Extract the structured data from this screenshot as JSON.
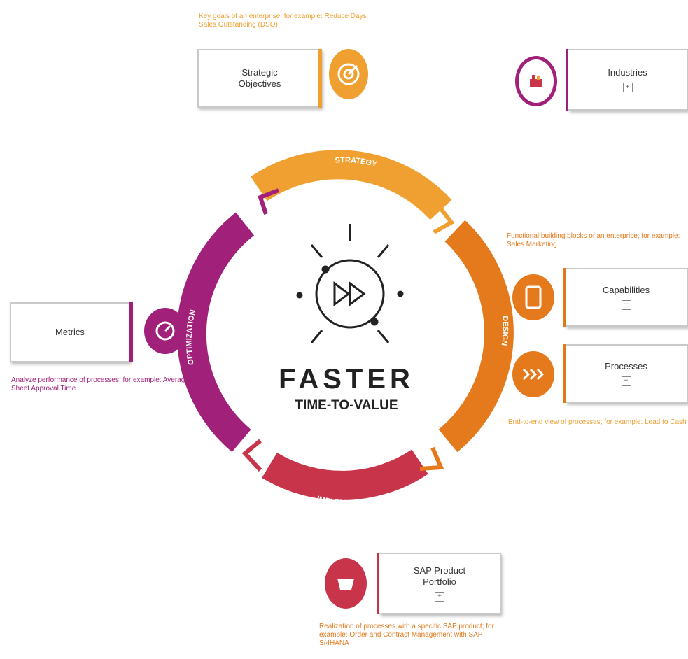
{
  "colors": {
    "orange": "#f0a030",
    "dark_orange": "#e47a1c",
    "purple": "#a1207a",
    "red": "#c8344a",
    "grey_border": "#c9c9c9"
  },
  "notes": {
    "strategic": "Key goals of an enterprise; for example: Reduce Days Sales Outstanding (DSO)",
    "capabilities": "Functional building blocks of an enterprise; for example: Sales Marketing",
    "processes": "End-to-end view of processes; for example: Lead to Cash",
    "metrics": "Analyze performance of processes; for example: Average Time Sheet Approval Time",
    "portfolio": "Realization of processes with a specific SAP product; for example: Order and Contract Management with SAP S/4HANA"
  },
  "cards": {
    "strategic_line1": "Strategic",
    "strategic_line2": "Objectives",
    "industries": "Industries",
    "capabilities": "Capabilities",
    "processes": "Processes",
    "metrics": "Metrics",
    "portfolio_line1": "SAP Product",
    "portfolio_line2": "Portfolio",
    "expand_symbol": "+"
  },
  "cycle": {
    "top": "STRATEGY",
    "right": "DESIGN",
    "bottom": "IMPLEMENTATION",
    "left": "OPTIMIZATION"
  },
  "center": {
    "title": "FASTER",
    "subtitle": "TIME-TO-VALUE"
  },
  "icons": {
    "strategic": "target-icon",
    "industries": "factory-icon",
    "capabilities": "tablet-icon",
    "processes": "chevrons-icon",
    "metrics": "gauge-icon",
    "portfolio": "box-icon",
    "center": "fast-forward-icon"
  }
}
